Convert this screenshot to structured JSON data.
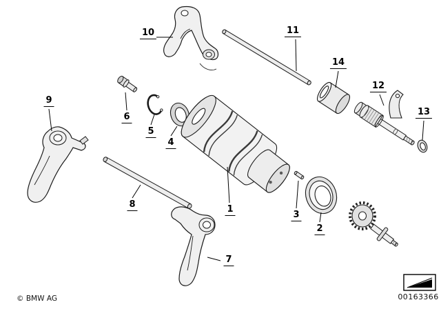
{
  "part_labels": [
    "1",
    "2",
    "3",
    "4",
    "5",
    "6",
    "7",
    "8",
    "9",
    "10",
    "11",
    "12",
    "13",
    "14"
  ],
  "footer": {
    "copyright": "© BMW AG",
    "image_number": "00163366"
  },
  "colors": {
    "line": "#1a1a1a",
    "fill_light": "#f2f2f2",
    "fill_mid": "#e2e2e2",
    "background": "#ffffff"
  }
}
